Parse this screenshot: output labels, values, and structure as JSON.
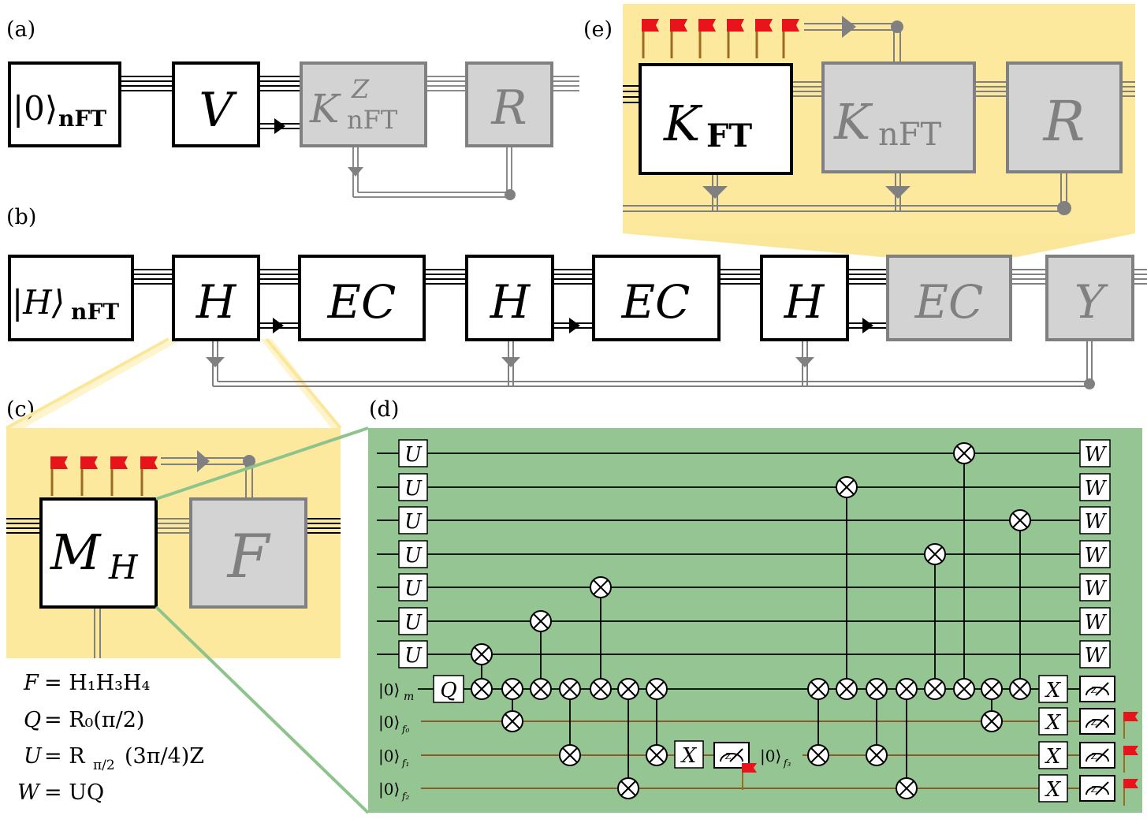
{
  "panels": {
    "a": "(a)",
    "b": "(b)",
    "c": "(c)",
    "d": "(d)",
    "e": "(e)"
  },
  "panel_a": {
    "init_ket": "|0⟩",
    "init_sub": "nFT",
    "v": "V",
    "k": "K",
    "k_sup": "Z",
    "k_sub": "nFT",
    "r": "R"
  },
  "panel_b": {
    "init_ket": "|H⟩",
    "init_sub": "nFT",
    "h": "H",
    "ec": "EC",
    "y": "Y"
  },
  "panel_c": {
    "m": "M",
    "m_sub": "H",
    "f": "F"
  },
  "panel_e": {
    "k1": "K",
    "k1_sub": "FT",
    "k2": "K",
    "k2_sub": "nFT",
    "r": "R"
  },
  "panel_d": {
    "u": "U",
    "w": "W",
    "q": "Q",
    "x": "X",
    "meas": "Z",
    "ket_m": "|0⟩",
    "ket_m_sub": "m",
    "ket_f0": "|0⟩",
    "ket_f0_sub": "f₀",
    "ket_f1": "|0⟩",
    "ket_f1_sub": "f₁",
    "ket_f2": "|0⟩",
    "ket_f2_sub": "f₂",
    "ket_f3": "|0⟩",
    "ket_f3_sub": "f₃"
  },
  "definitions": {
    "f_lhs": "F",
    "f_rhs": "= H₁H₃H₄",
    "q_lhs": "Q",
    "q_rhs": "= R₀(π/2)",
    "u_lhs": "U",
    "u_rhs": "= R",
    "u_sub": "π/2",
    "u_tail": "(3π/4)Z",
    "w_lhs": "W",
    "w_rhs": "= UQ"
  },
  "colors": {
    "yellow_panel": "#fde99d",
    "green_panel": "#94c592",
    "gray_box": "#d3d3d3",
    "gray_line": "#808080",
    "flag_red": "#e8141c",
    "flag_pole": "#9b6b1f",
    "wire_brown": "#8a4a1a",
    "connector_yellow": "#fbe79a",
    "connector_green": "#8cc48c"
  }
}
